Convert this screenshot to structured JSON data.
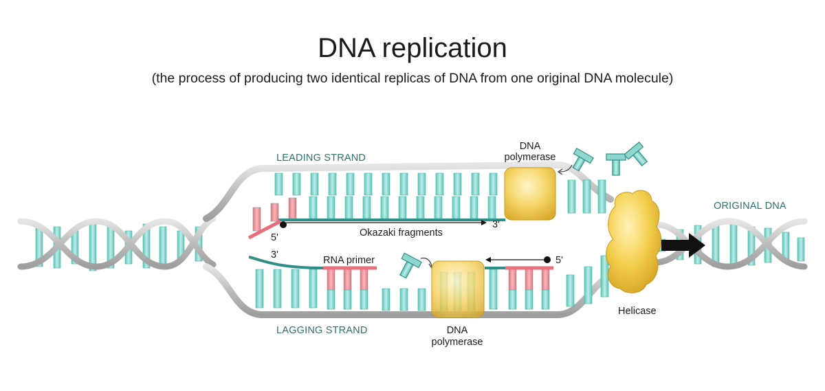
{
  "title": "DNA replication",
  "subtitle": "(the process of producing two identical replicas of DNA from one original DNA molecule)",
  "labels": {
    "leading_strand": "LEADING STRAND",
    "lagging_strand": "LAGGING STRAND",
    "original_dna": "ORIGINAL DNA",
    "dna_polymerase_top_line1": "DNA",
    "dna_polymerase_top_line2": "polymerase",
    "dna_polymerase_bottom_line1": "DNA",
    "dna_polymerase_bottom_line2": "polymerase",
    "okazaki": "Okazaki fragments",
    "rna_primer": "RNA primer",
    "helicase": "Helicase",
    "five_prime_upper": "5'",
    "three_prime_upper": "3'",
    "three_prime_lower": "3'",
    "five_prime_lower": "5'"
  },
  "colors": {
    "backbone": "#bdbdbd",
    "base": "#8fd6cf",
    "base_dark": "#2f8f88",
    "primer": "#f28a92",
    "enzyme": "#f1c94a",
    "text_teal": "#2f6f6b"
  }
}
